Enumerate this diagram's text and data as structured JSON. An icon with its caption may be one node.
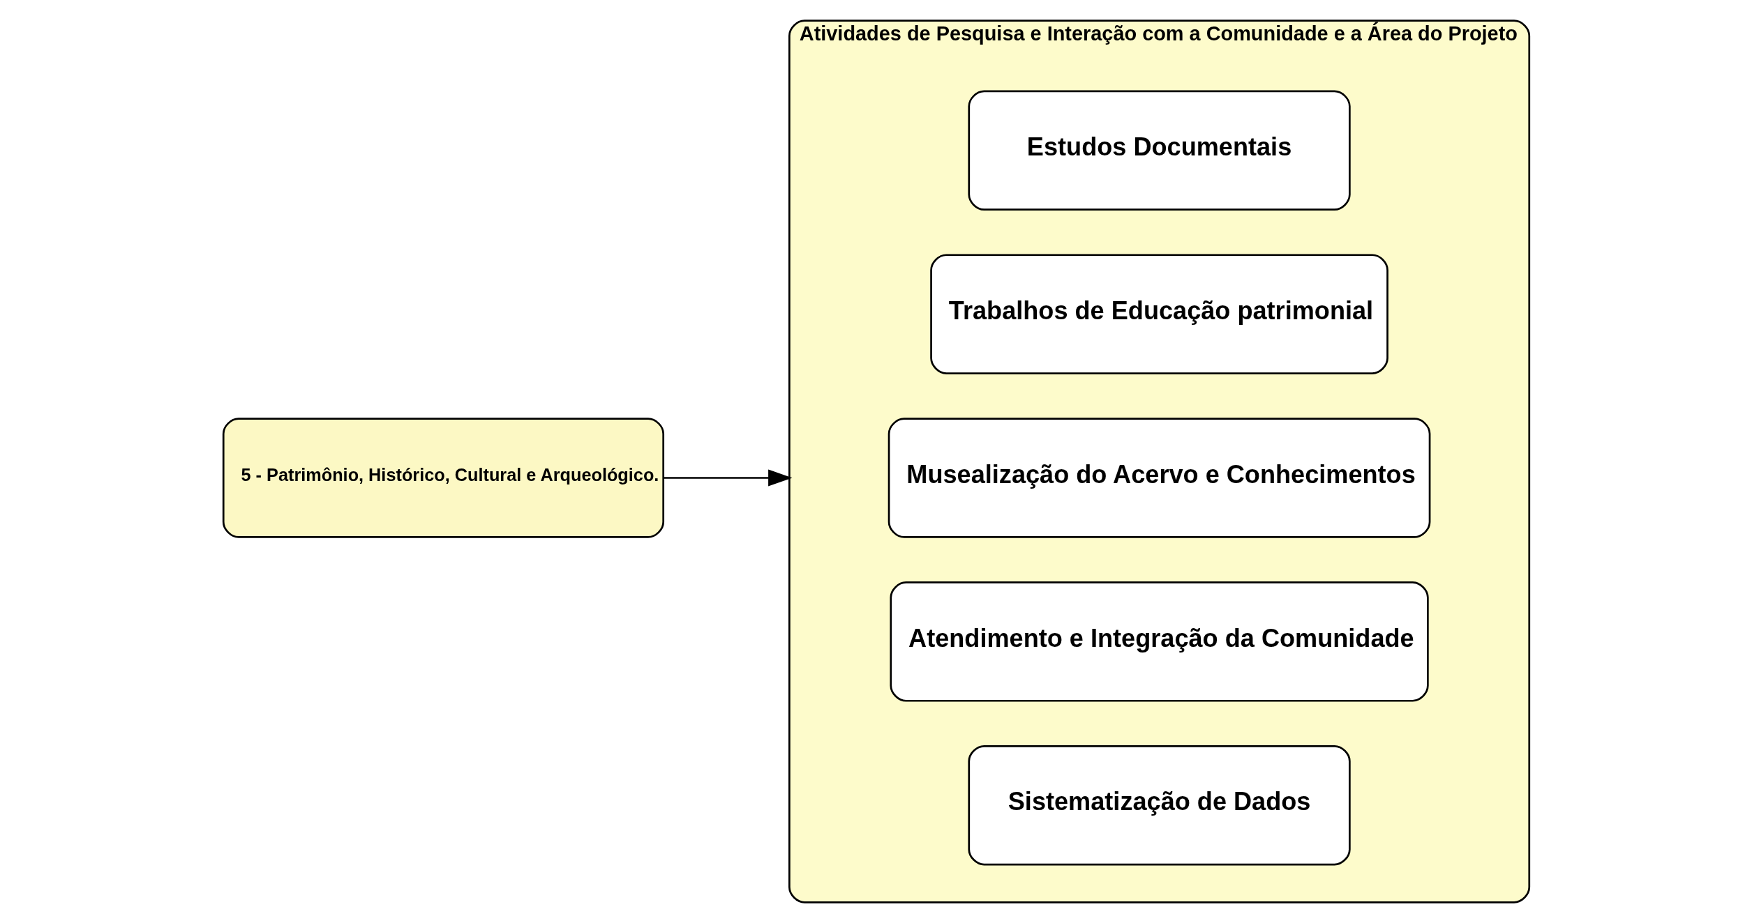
{
  "diagram": {
    "nodes": [
      {
        "text": [
          "5 - Patrimônio, Histórico, Cultural e Arqueológico."
        ]
      },
      {
        "text": [
          "Atividades de Pesquisa e Interação com a Comunidade e a Área do Projeto"
        ]
      },
      {
        "text": [
          "Estudos Documentais"
        ],
        "in": 1
      },
      {
        "text": [
          "Trabalhos de Educação patrimonial"
        ],
        "in": 1
      },
      {
        "text": [
          "Musealização do Acervo e Conhecimentos"
        ],
        "in": 1
      },
      {
        "text": [
          "Atendimento e Integração da Comunidade"
        ],
        "in": 1
      },
      {
        "text": [
          "Sistematização de Dados"
        ],
        "in": 1
      }
    ],
    "edges": [
      {
        "from": 0,
        "to": 1,
        "arrow": "to"
      }
    ]
  }
}
